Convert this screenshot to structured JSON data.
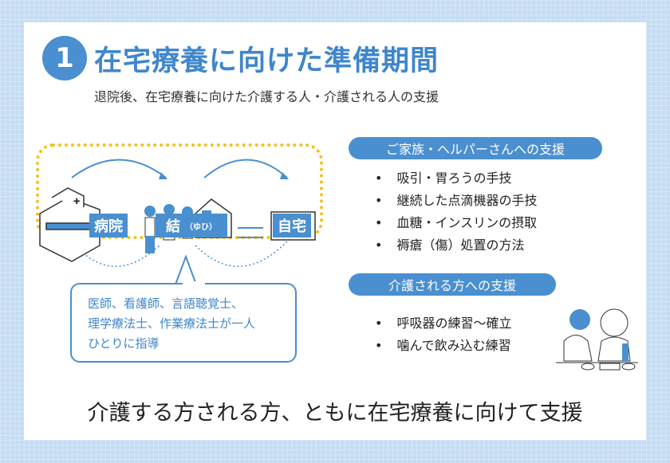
{
  "header": {
    "number": "1",
    "title": "在宅療養に向けた準備期間",
    "subtitle": "退院後、在宅療養に向けた介護する人・介護される人の支援"
  },
  "diagram": {
    "hospital": "病院",
    "yui": "結",
    "yui_reading": "（ゆひ）",
    "home": "自宅",
    "bubble": [
      "医師、看護師、言語聴覚士、",
      "理学療法士、作業療法士が一人",
      "ひとりに指導"
    ]
  },
  "family_support": {
    "heading": "ご家族・ヘルパーさんへの支援",
    "items": [
      "吸引・胃ろうの手技",
      "継続した点滴機器の手技",
      "血糖・インスリンの摂取",
      "褥瘡（傷）処置の方法"
    ]
  },
  "patient_support": {
    "heading": "介護される方への支援",
    "items": [
      "呼吸器の練習〜確立",
      "噛んで飲み込む練習"
    ]
  },
  "footer": "介護する方される方、ともに在宅療養に向けて支援",
  "colors": {
    "accent": "#4a8fd0",
    "dotted": "#f3c21a"
  }
}
